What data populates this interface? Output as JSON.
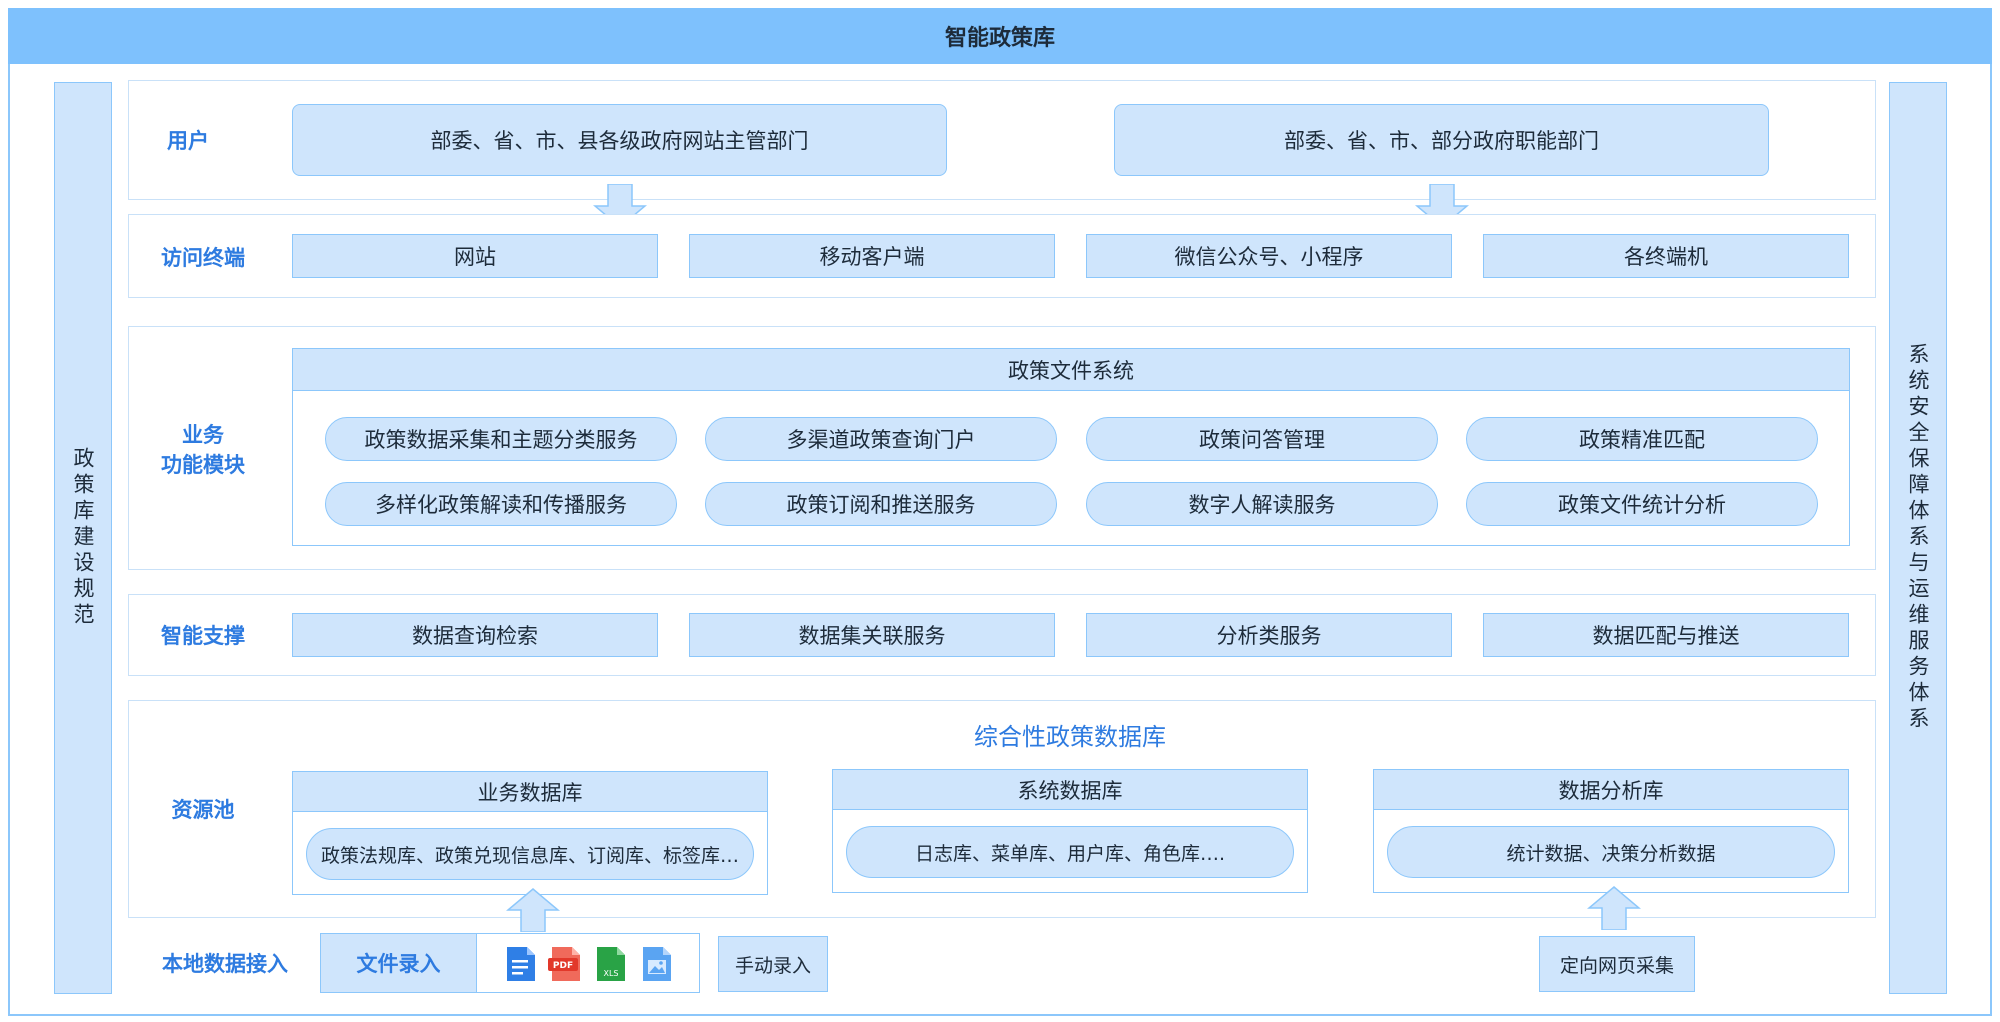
{
  "title": "智能政策库",
  "left_side": "政策库建设规范",
  "right_side": "系统安全保障体系与运维服务体系",
  "rows": {
    "users": {
      "label": "用户",
      "items": [
        "部委、省、市、县各级政府网站主管部门",
        "部委、省、市、部分政府职能部门"
      ]
    },
    "terminals": {
      "label": "访问终端",
      "items": [
        "网站",
        "移动客户端",
        "微信公众号、小程序",
        "各终端机"
      ]
    },
    "business": {
      "label_line1": "业务",
      "label_line2": "功能模块",
      "system_title": "政策文件系统",
      "items": [
        "政策数据采集和主题分类服务",
        "多渠道政策查询门户",
        "政策问答管理",
        "政策精准匹配",
        "多样化政策解读和传播服务",
        "政策订阅和推送服务",
        "数字人解读服务",
        "政策文件统计分析"
      ]
    },
    "smart": {
      "label": "智能支撑",
      "items": [
        "数据查询检索",
        "数据集关联服务",
        "分析类服务",
        "数据匹配与推送"
      ]
    },
    "resources": {
      "label": "资源池",
      "db_title": "综合性政策数据库",
      "dbs": [
        {
          "name": "业务数据库",
          "content": "政策法规库、政策兑现信息库、订阅库、标签库…"
        },
        {
          "name": "系统数据库",
          "content": "日志库、菜单库、用户库、角色库…."
        },
        {
          "name": "数据分析库",
          "content": "统计数据、决策分析数据"
        }
      ]
    },
    "local": {
      "label": "本地数据接入",
      "file_input": "文件录入",
      "manual_input": "手动录入",
      "web_collect": "定向网页采集",
      "file_icons": [
        "document-icon",
        "pdf-icon",
        "xls-icon",
        "image-icon"
      ],
      "pdf_text": "PDF",
      "xls_text": "XLS"
    }
  },
  "colors": {
    "header": "#7ec1fd",
    "box_fill": "#cfe5fc",
    "box_border": "#8cc7fb",
    "label_blue": "#2e7be0"
  }
}
